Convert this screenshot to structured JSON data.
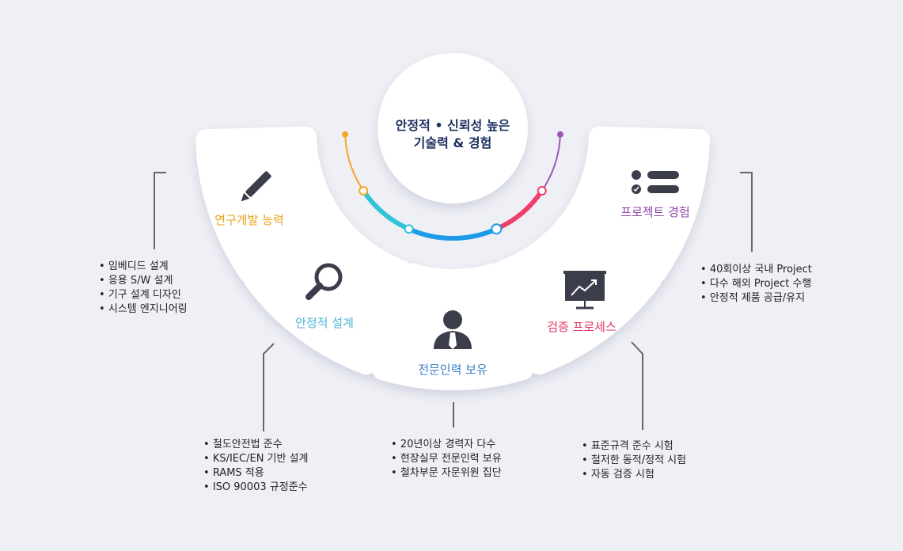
{
  "center": {
    "line1": "안정적 • 신뢰성 높은",
    "line2": "기술력 & 경험"
  },
  "cards": [
    {
      "title": "연구개발 능력",
      "icon": "pencil-icon",
      "color": "#e8a317",
      "bullets": [
        "임베디드 설계",
        "응용 S/W 설계",
        "기구 설계 디자인",
        "시스템 엔지니어링"
      ]
    },
    {
      "title": "안정적 설계",
      "icon": "magnifier-icon",
      "color": "#4bb3d6",
      "bullets": [
        "철도안전법 준수",
        "KS/IEC/EN 기반 설계",
        "RAMS 적용",
        "ISO 90003 규정준수"
      ]
    },
    {
      "title": "전문인력 보유",
      "icon": "person-icon",
      "color": "#3a7fc4",
      "bullets": [
        "20년이상 경력자 다수",
        "현장실무 전문인력 보유",
        "철차부문 자문위원 집단"
      ]
    },
    {
      "title": "검증 프로세스",
      "icon": "chart-board-icon",
      "color": "#e0365f",
      "bullets": [
        "표준규격 준수 시험",
        "철저한 동적/정적 시험",
        "자동 검증 시험"
      ]
    },
    {
      "title": "프로젝트 경험",
      "icon": "checklist-icon",
      "color": "#8e44ad",
      "bullets": [
        "40회이상 국내 Project",
        "다수 해외 Project 수행",
        "안정적 제품 공급/유지"
      ]
    }
  ]
}
